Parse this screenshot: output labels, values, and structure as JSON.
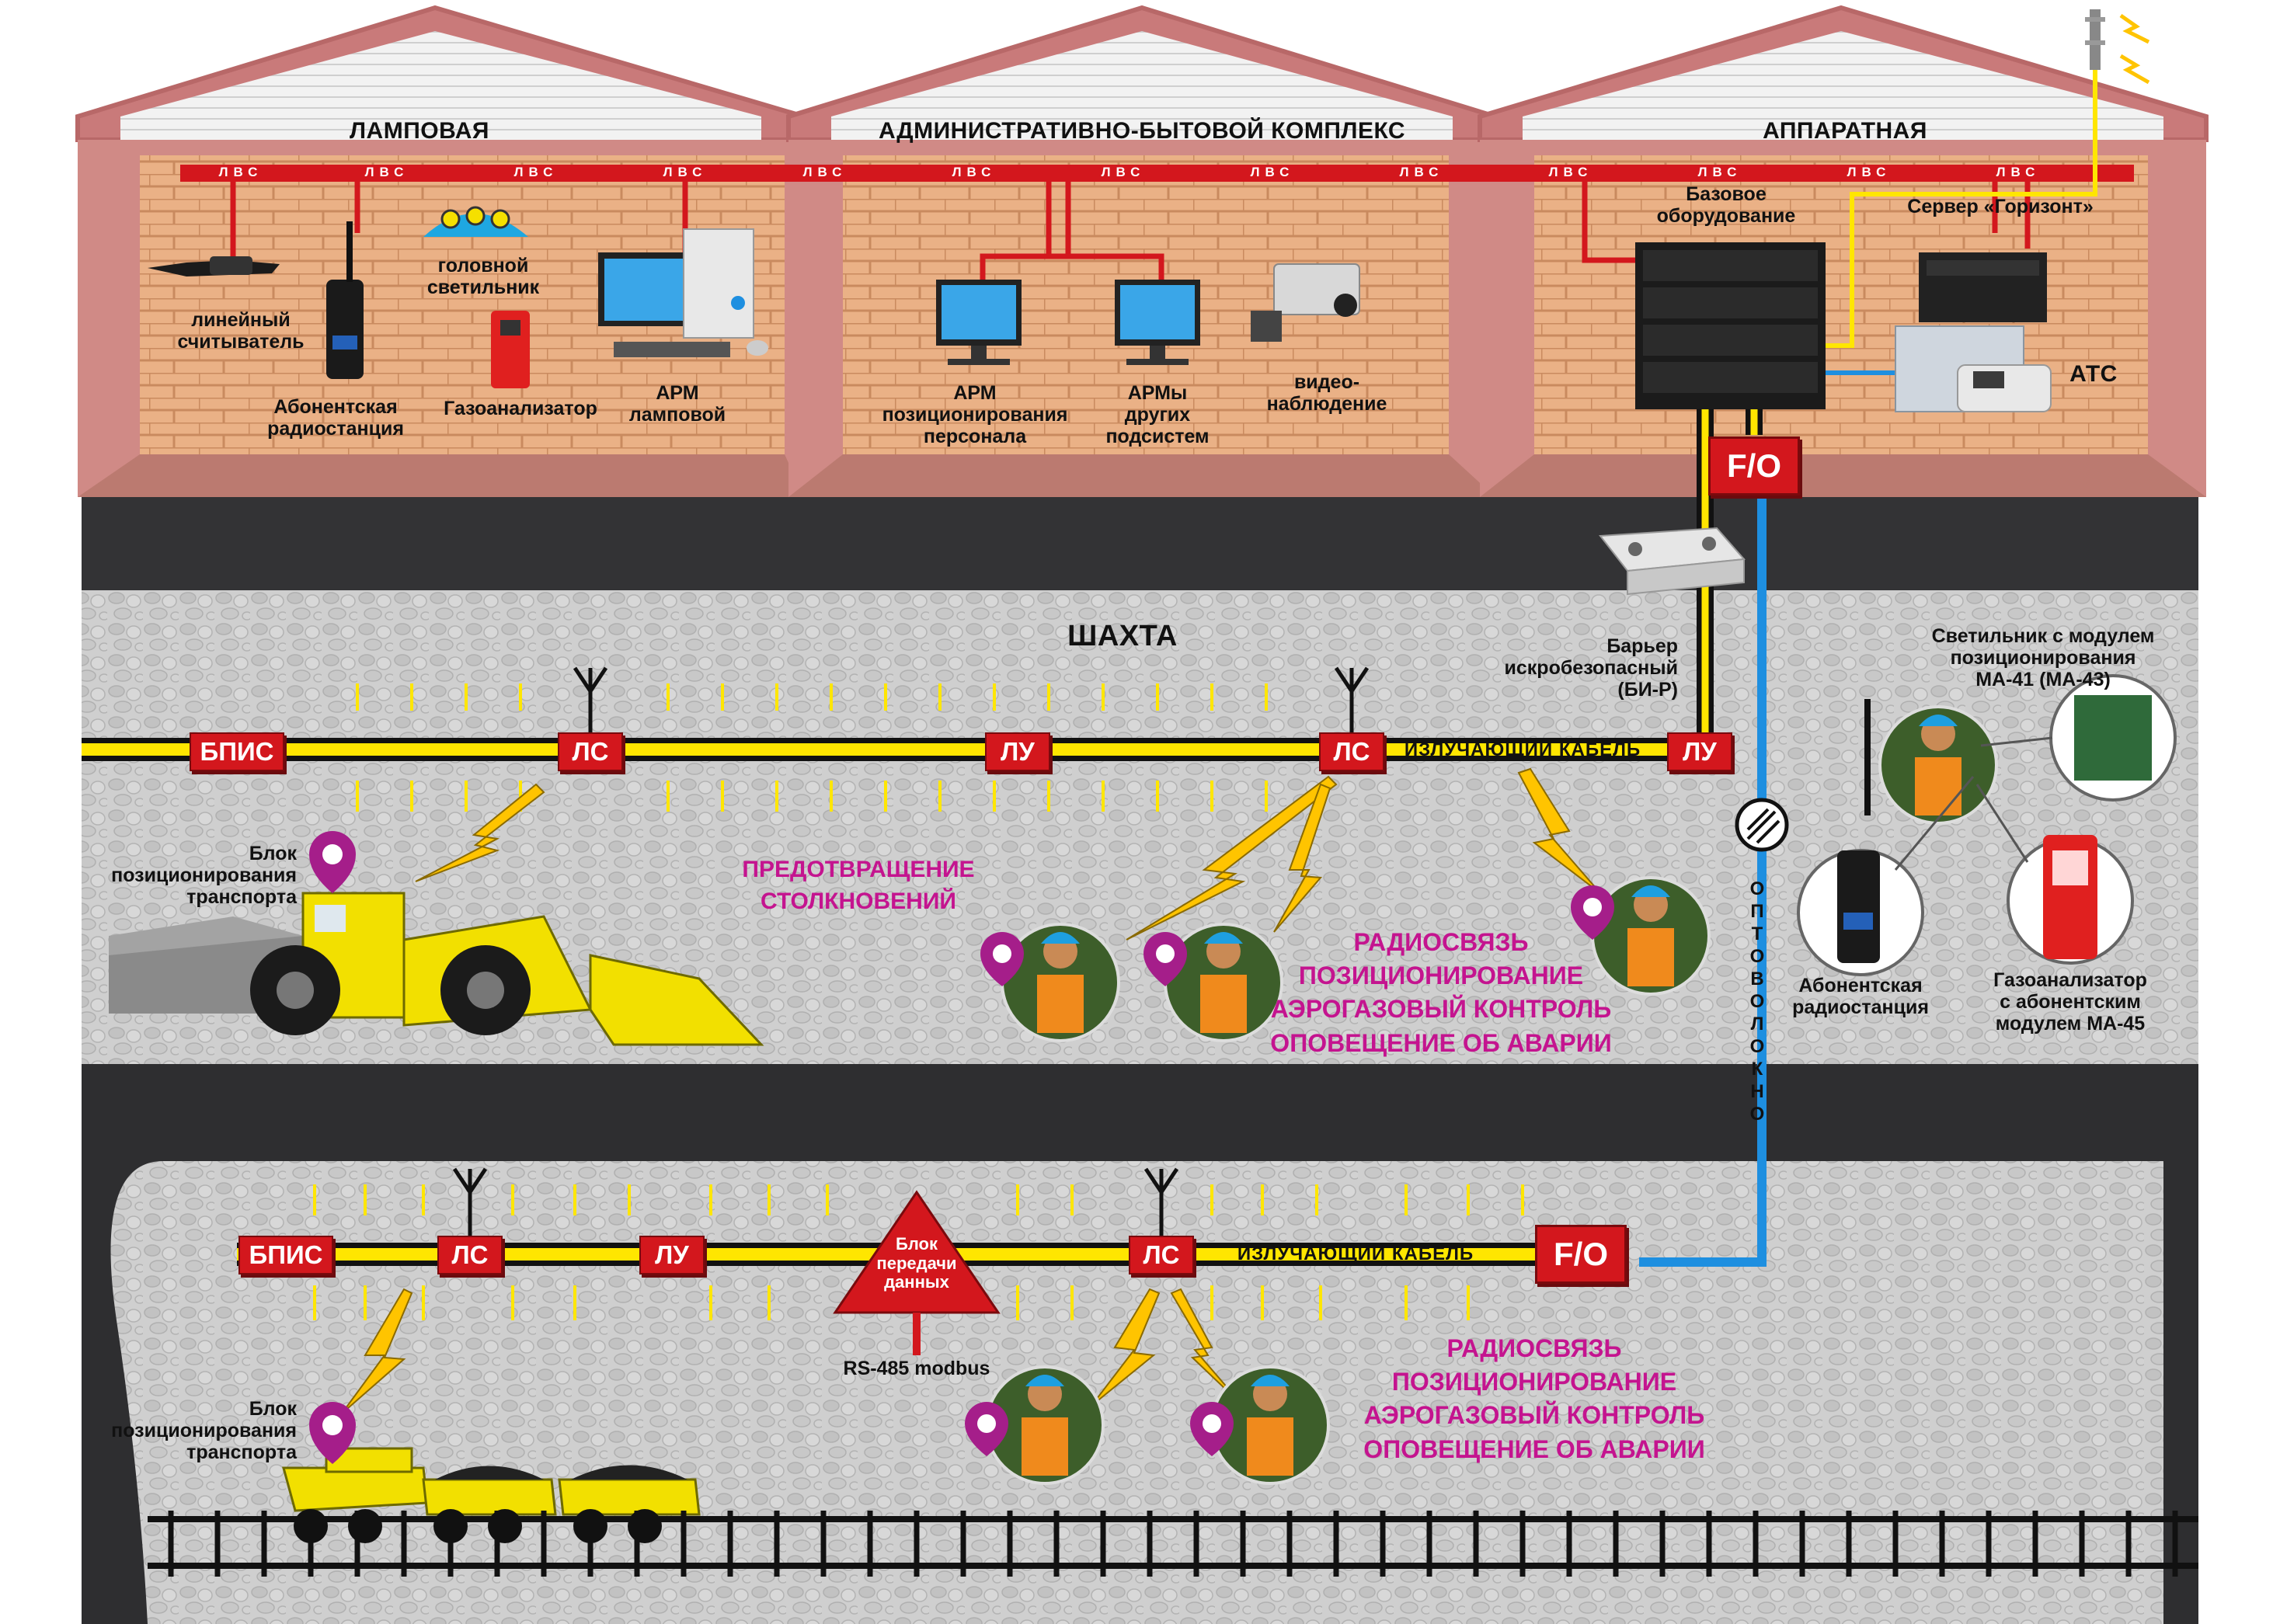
{
  "buildings": {
    "b1_title": "ЛАМПОВАЯ",
    "b2_title": "АДМИНИСТРАТИВНО-БЫТОВОЙ КОМПЛЕКС",
    "b3_title": "АППАРАТНАЯ"
  },
  "lvs_label": "ЛВС",
  "devices": {
    "linear_reader": "линейный\nсчитыватель",
    "radio_station": "Абонентская\nрадиостанция",
    "head_lamp": "головной\nсветильник",
    "gas_analyzer": "Газоанализатор",
    "arm_lamp": "АРМ\nламповой",
    "arm_positioning": "АРМ\nпозиционирования\nперсонала",
    "arm_other": "АРМы\nдругих\nподсистем",
    "video": "видео-\nнаблюдение",
    "base_equipment": "Базовое\nоборудование",
    "server": "Сервер «Горизонт»",
    "ats": "АТС"
  },
  "fo_label": "F/O",
  "barrier": "Барьер\nискробезопасный\n(БИ-Р)",
  "mine_title": "ШАХТА",
  "nodes": {
    "bpis": "БПИС",
    "ls": "ЛС",
    "lu": "ЛУ"
  },
  "radiating_cable": "ИЗЛУЧАЮЩИЙ КАБЕЛЬ",
  "fiber_vertical": "ОПТОВОЛОКНО",
  "transport_block": "Блок\nпозиционирования\nтранспорта",
  "collision": "ПРЕДОТВРАЩЕНИЕ\nСТОЛКНОВЕНИЙ",
  "services": "РАДИОСВЯЗЬ\nПОЗИЦИОНИРОВАНИЕ\nАЭРОГАЗОВЫЙ КОНТРОЛЬ\nОПОВЕЩЕНИЕ ОБ АВАРИИ",
  "data_block": "Блок\nпередачи\nданных",
  "rs485": "RS-485 modbus",
  "legend": {
    "lamp_module": "Светильник с модулем\nпозиционирования МА-41 (МА-43)",
    "radio": "Абонентская\nрадиостанция",
    "gas": "Газоанализатор\nс абонентским\nмодулем МА-45"
  },
  "colors": {
    "lan_red": "#d3171d",
    "cable_yellow": "#ffe600",
    "fiber_blue": "#1e8fe0",
    "accent_magenta": "#c4148f",
    "brick": "#e8a878",
    "roof": "#cc7b7b"
  }
}
